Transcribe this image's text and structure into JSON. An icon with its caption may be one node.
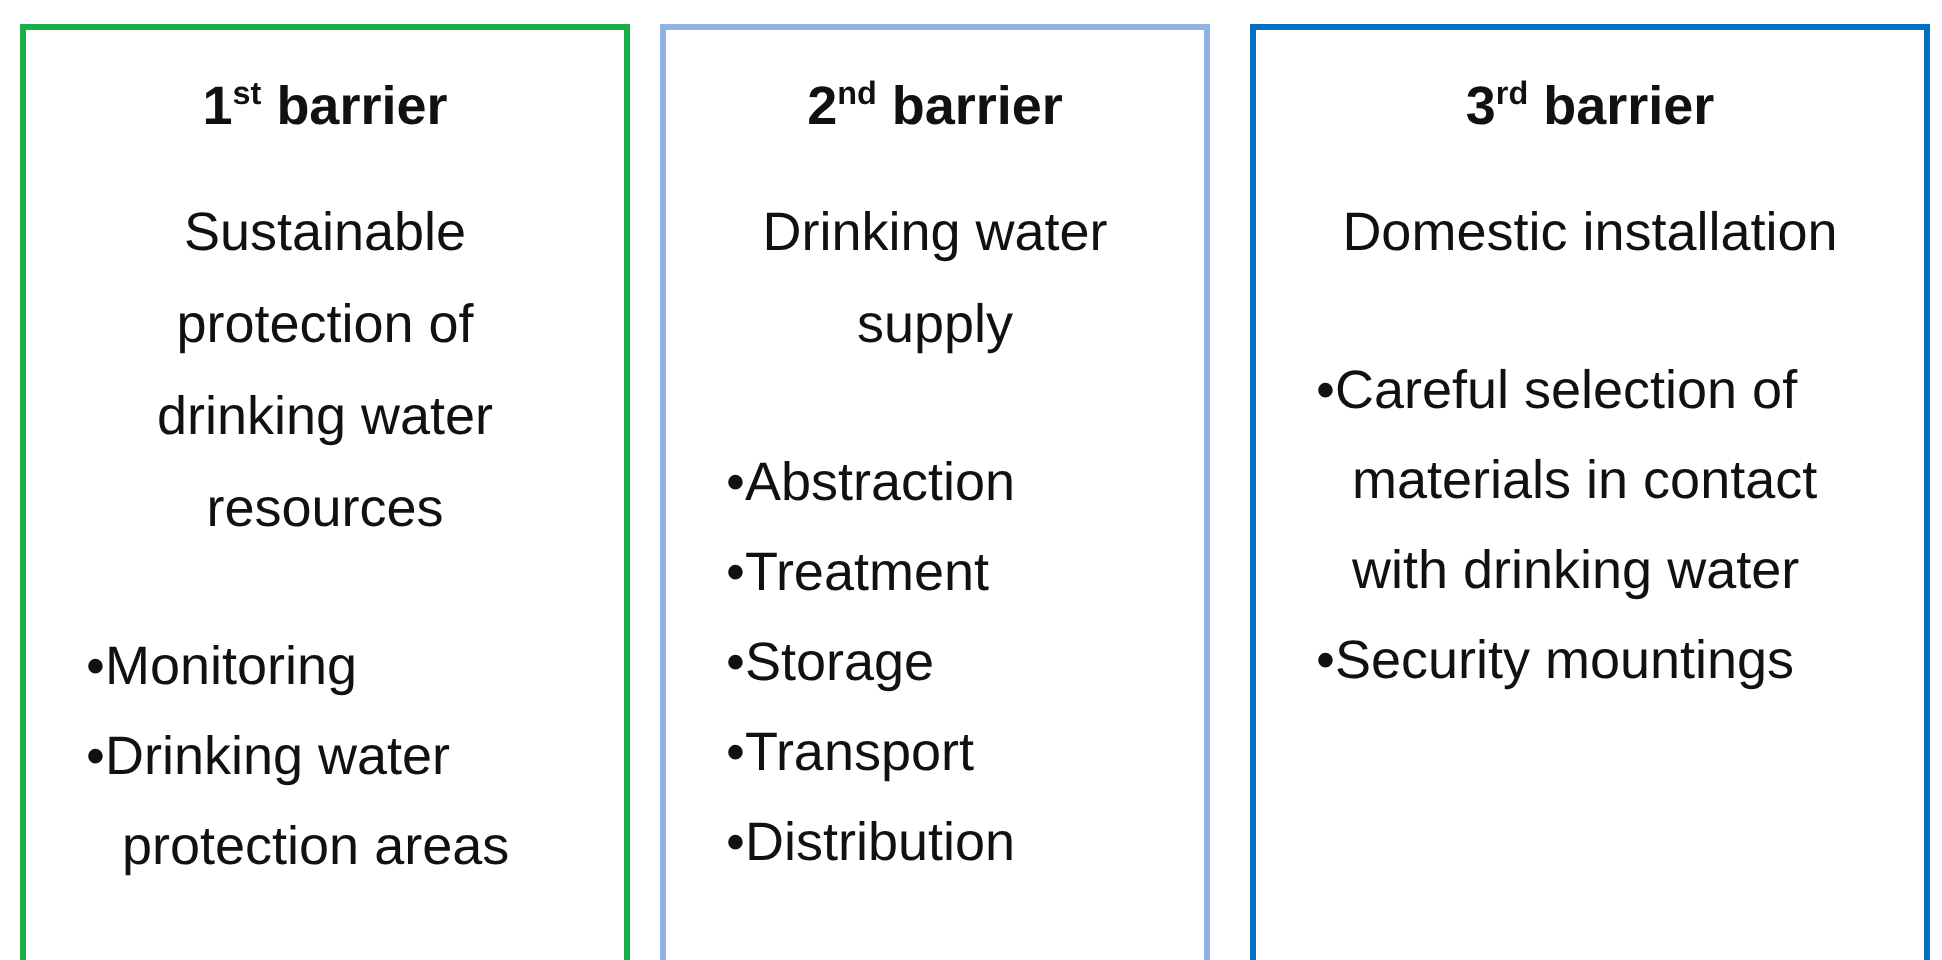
{
  "diagram": {
    "nodes": [
      {
        "text": [
          "1$^{st}$ barrier",
          "Sustainable protection of drinking water resources",
          "•Monitoring",
          "•Drinking water protection areas"
        ]
      },
      {
        "text": [
          "2$^{nd}$ barrier",
          "Drinking water supply",
          "•Abstraction",
          "•Treatment",
          "•Storage",
          "•Transport",
          "•Distribution"
        ]
      },
      {
        "text": [
          "3$^{rd}$ barrier",
          "Domestic installation",
          "•Careful selection of materials in contact with drinking water",
          "•Security mountings"
        ]
      }
    ]
  }
}
